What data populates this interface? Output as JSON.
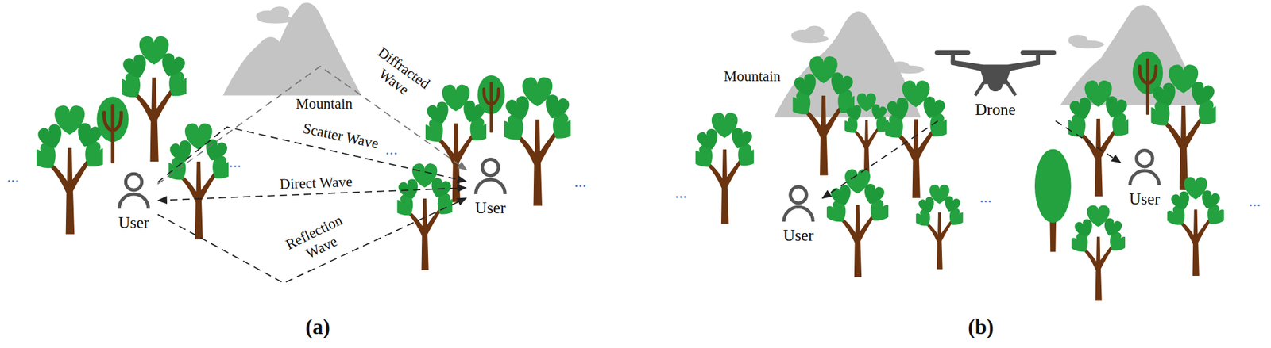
{
  "diagram": {
    "nodes": [
      {
        "text": [
          "User"
        ]
      },
      {
        "text": [
          "User"
        ]
      },
      {
        "text": [
          "Drone"
        ]
      },
      {
        "text": [
          "User"
        ]
      },
      {
        "text": [
          "User"
        ]
      }
    ],
    "edges": [
      {
        "from": 0,
        "to": 1,
        "arrow": "to",
        "label": "Diffracted Wave"
      },
      {
        "from": 0,
        "to": 1,
        "arrow": "to",
        "label": "Scatter Wave"
      },
      {
        "from": 0,
        "to": 1,
        "arrow": "both",
        "label": "Direct Wave"
      },
      {
        "from": 0,
        "to": 1,
        "arrow": "to",
        "label": "Reflection Wave"
      },
      {
        "from": 2,
        "to": 3,
        "arrow": "to"
      },
      {
        "from": 2,
        "to": 4,
        "arrow": "to"
      }
    ],
    "labels": [
      "...",
      "Mountain",
      "...",
      "...",
      "...",
      "(a)",
      "Mountain",
      "...",
      "...",
      "...",
      "(b)"
    ]
  }
}
